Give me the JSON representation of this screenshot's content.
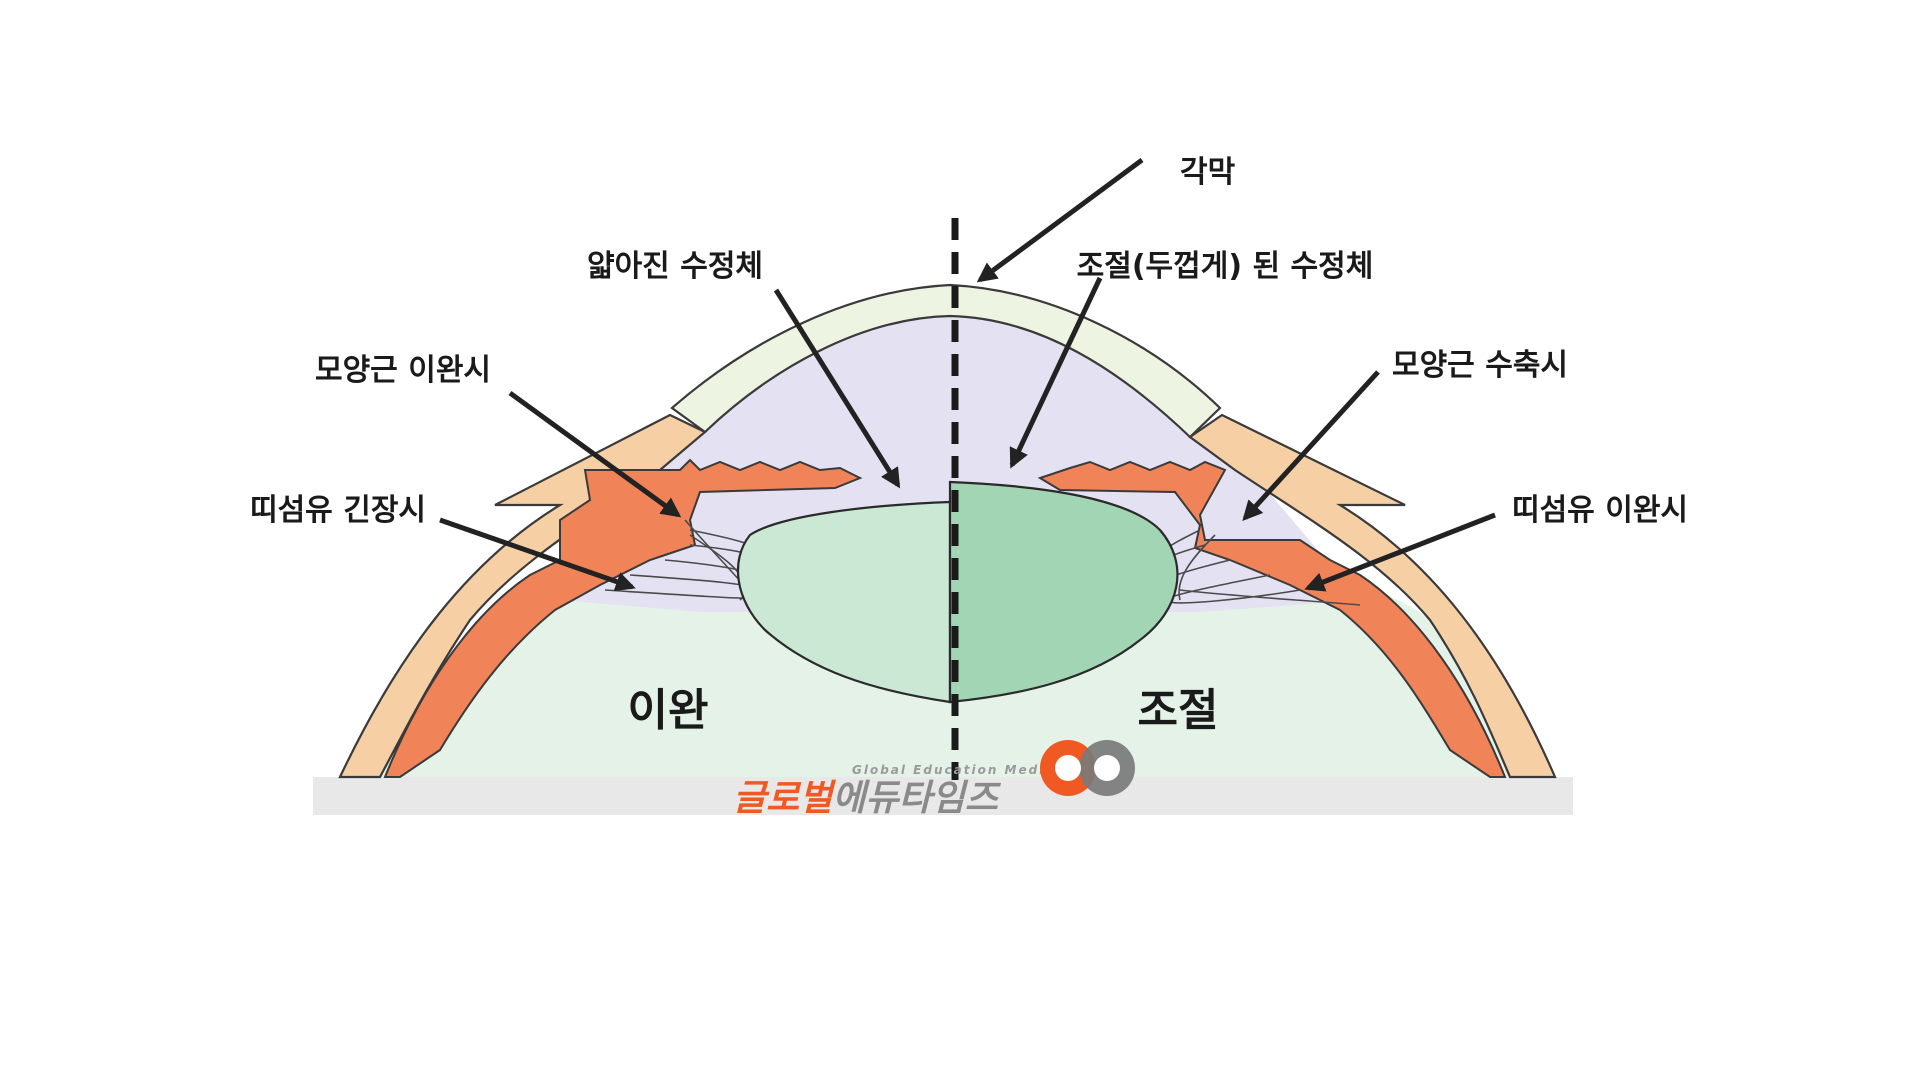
{
  "labels": {
    "cornea": "각막",
    "thin_lens": "얇아진 수정체",
    "thick_lens": "조절(두껍게) 된 수정체",
    "ciliary_relaxed": "모양근 이완시",
    "ciliary_contracted": "모양근 수축시",
    "zonule_tense": "띠섬유 긴장시",
    "zonule_relaxed": "띠섬유 이완시"
  },
  "states": {
    "relaxed": "이완",
    "accommodation": "조절"
  },
  "watermark": {
    "korean_part1": "글로벌",
    "korean_part2": "에듀타임즈",
    "english": "Global Education Media"
  },
  "colors": {
    "cornea": "#eef4e2",
    "aqueous": "#e4e2f2",
    "vitreous": "#e5f2e8",
    "sclera": "#f6cfa5",
    "ciliary": "#f08358",
    "lens_thin": "#cbe8d5",
    "lens_thick": "#a2d5b4",
    "logo_orange": "#f05a22",
    "logo_gray": "#7a7a7a"
  }
}
